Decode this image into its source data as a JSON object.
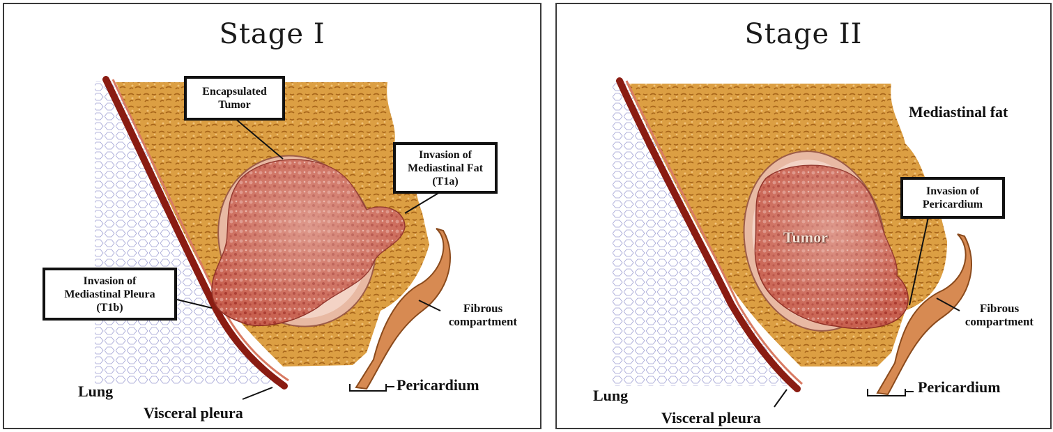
{
  "figure": {
    "panels": [
      {
        "title": "Stage I",
        "labels": {
          "encapsulated_tumor": "Encapsulated\nTumor",
          "invasion_fat": "Invasion of\nMediastinal Fat\n(T1a)",
          "invasion_pleura": "Invasion of\nMediastinal Pleura\n(T1b)",
          "fibrous": "Fibrous\ncompartment",
          "pericardium": "Pericardium",
          "lung": "Lung",
          "visceral_pleura": "Visceral pleura"
        }
      },
      {
        "title": "Stage II",
        "labels": {
          "mediastinal_fat": "Mediastinal fat",
          "invasion_pericardium": "Invasion of\nPericardium",
          "tumor": "Tumor",
          "fibrous": "Fibrous\ncompartment",
          "pericardium": "Pericardium",
          "lung": "Lung",
          "visceral_pleura": "Visceral pleura"
        }
      }
    ],
    "colors": {
      "fat": "#d99a3c",
      "fat_dark": "#b8741f",
      "pleura": "#8a1c12",
      "capsule": "#e8b9a3",
      "tumor": "#c4574a",
      "tumor_light": "#e3a49a",
      "lung_line": "#a9a9d6",
      "pericardium": "#d78a52"
    }
  }
}
